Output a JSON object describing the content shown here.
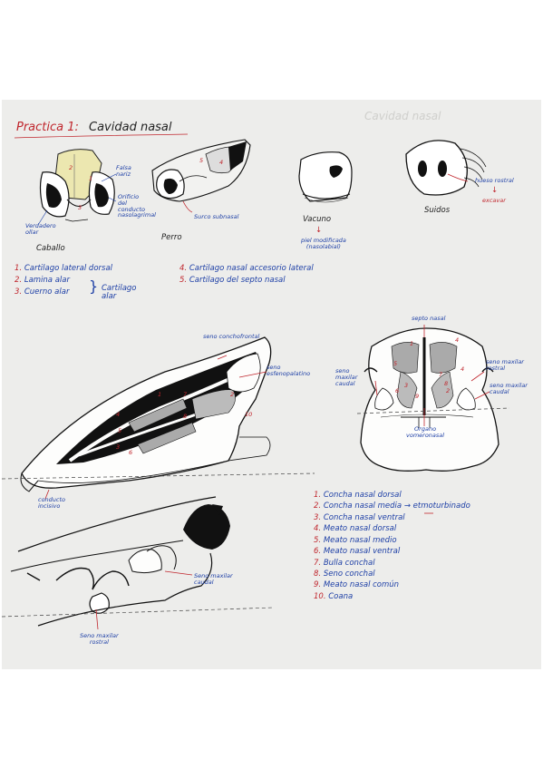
{
  "title": {
    "part1": "Practica 1:",
    "part2": "Cavidad nasal"
  },
  "top_row": {
    "caballo": {
      "caption": "Caballo",
      "label_fosa": "Falsa\nnariz",
      "label_orificio": "Orificio\ndel\nconducto\nnasolagrimal",
      "label_vestibulo": "Verdadero\nollar",
      "nums": [
        "2",
        "1",
        "3"
      ]
    },
    "perro": {
      "caption": "Perro",
      "label_surco": "Surco subnasal",
      "nums": [
        "5",
        "4"
      ]
    },
    "vacuno": {
      "caption": "Vacuno",
      "label_piel": "piel modificada\n(nasolabial)",
      "arrow": "↓"
    },
    "suidos": {
      "caption": "Suidos",
      "label_hueso": "hueso rostral",
      "label_excavar": "excavar",
      "arrow": "↓"
    }
  },
  "legend_left": [
    {
      "num": "1.",
      "text": "Cartilago lateral dorsal"
    },
    {
      "num": "2.",
      "text": "Lamina alar"
    },
    {
      "num": "3.",
      "text": "Cuerno alar"
    }
  ],
  "legend_left_group": "Cartilago\nalar",
  "legend_right": [
    {
      "num": "4.",
      "text": "Cartilago nasal accesorio lateral"
    },
    {
      "num": "5.",
      "text": "Cartilago del septo nasal"
    }
  ],
  "sagittal": {
    "label_seno_conchofrontal": "seno conchofrontal",
    "label_seno_esfenopalatino": "seno\nesfenopalatino",
    "label_conducto_incisivo": "conducto\nincisivo",
    "nums": [
      "1",
      "2",
      "3",
      "4",
      "5",
      "6",
      "7",
      "8",
      "10"
    ]
  },
  "cross_section": {
    "label_septo": "septo nasal",
    "label_seno_rostral": "seno maxilar\nrostral",
    "label_seno_caudal": "seno maxilar\ncaudal",
    "label_seno_left": "seno\nmaxilar\ncaudal",
    "label_organo": "Organo\nvomeronasal",
    "nums": [
      "1",
      "5",
      "4",
      "3",
      "6",
      "9",
      "7",
      "8",
      "4",
      "2"
    ]
  },
  "lower": {
    "label_seno_caudal": "Seno maxilar\ncaudal",
    "label_seno_rostral": "Seno maxilar\nrostral"
  },
  "legend_bottom": [
    {
      "num": "1.",
      "text": "Concha nasal dorsal"
    },
    {
      "num": "2.",
      "text": "Concha nasal media",
      "extra": "→ etmoturbinado"
    },
    {
      "num": "3.",
      "text": "Concha nasal ventral"
    },
    {
      "num": "4.",
      "text": "Meato nasal dorsal"
    },
    {
      "num": "5.",
      "text": "Meato nasal medio"
    },
    {
      "num": "6.",
      "text": "Meato nasal ventral"
    },
    {
      "num": "7.",
      "text": "Bulla conchal"
    },
    {
      "num": "8.",
      "text": "Seno conchal"
    },
    {
      "num": "9.",
      "text": "Meato nasal común"
    },
    {
      "num": "10.",
      "text": "Coana"
    }
  ],
  "colors": {
    "ink_red": "#c0262d",
    "ink_blue": "#1d3fa6",
    "paper": "#ededeb"
  }
}
